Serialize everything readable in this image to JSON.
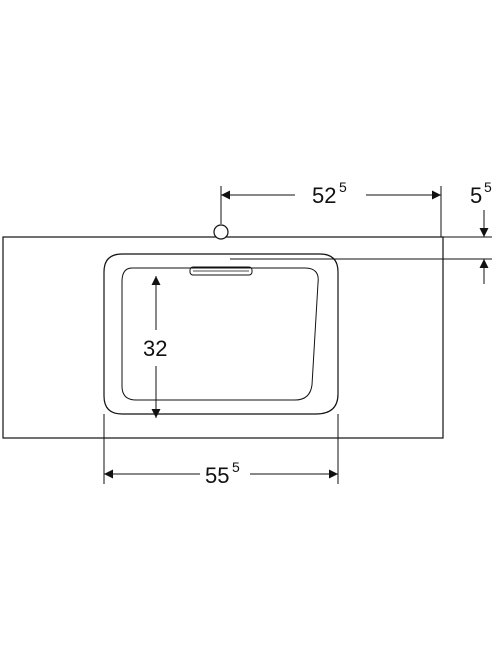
{
  "dimensions": {
    "tap_offset": {
      "main": "52",
      "sup": "5"
    },
    "tap_depth": {
      "main": "5",
      "sup": "5"
    },
    "bowl_depth": {
      "main": "32"
    },
    "bowl_width": {
      "main": "55",
      "sup": "5"
    }
  },
  "colors": {
    "line": "#111111",
    "background": "#ffffff"
  }
}
